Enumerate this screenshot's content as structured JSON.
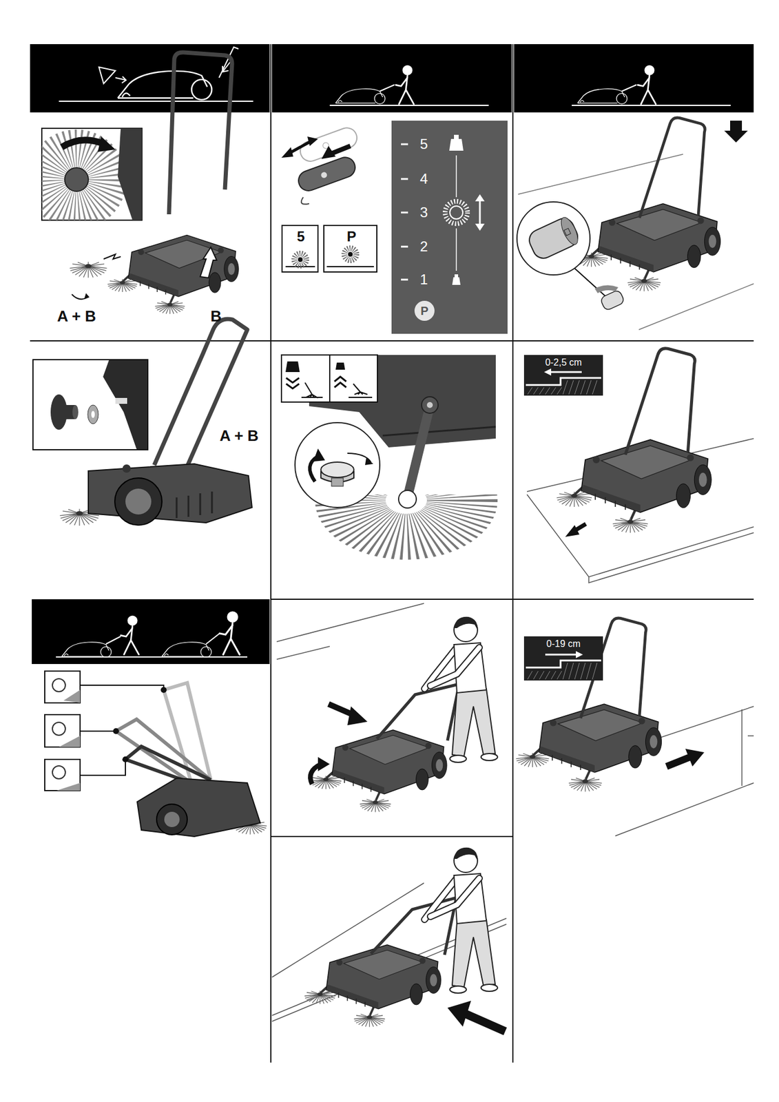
{
  "diagram": {
    "nodes": [
      {
        "text": [
          "5"
        ]
      },
      {
        "text": [
          "P"
        ]
      },
      {
        "text": [
          "5",
          "4",
          "3",
          "2",
          "1"
        ]
      },
      {
        "text": [
          "P"
        ],
        "in": 2
      },
      {
        "text": [
          "0-2,5 cm"
        ]
      },
      {
        "text": [
          "0-19 cm"
        ]
      }
    ],
    "labels": [
      "A + B",
      "B",
      "A + B"
    ]
  }
}
